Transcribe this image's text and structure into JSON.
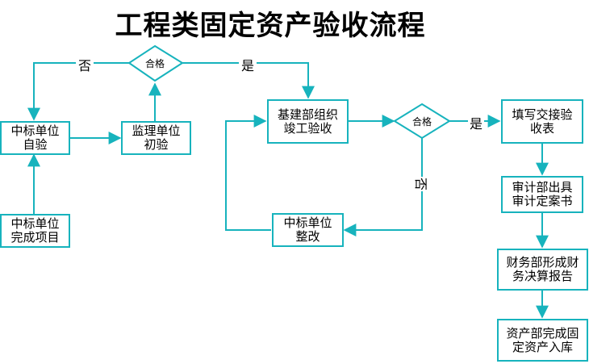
{
  "title": "工程类固定资产验收流程",
  "colors": {
    "line": "#17b3bd",
    "text": "#000000",
    "background": "#ffffff"
  },
  "nodes": {
    "bidder_self_check": "中标单位\n自验",
    "bidder_complete_project": "中标单位\n完成项目",
    "supervisor_initial_check": "监理单位\n初验",
    "decision_qualified_1": "合格",
    "infrastructure_acceptance": "基建部组织\n竣工验收",
    "bidder_rectify": "中标单位\n整改",
    "decision_qualified_2": "合格",
    "fill_handover_form": "填写交接验\n收表",
    "audit_report": "审计部出具\n审计定案书",
    "finance_settlement_report": "财务部形成财\n务决算报告",
    "asset_dept_register": "资产部完成固\n定资产入库"
  },
  "edges": {
    "no_1": "否",
    "yes_1": "是",
    "yes_2": "是",
    "no_2": "否"
  }
}
